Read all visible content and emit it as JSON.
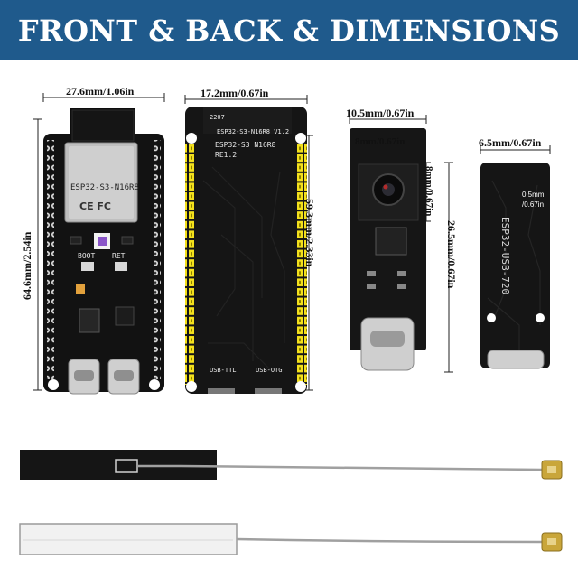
{
  "banner": {
    "title": "FRONT & BACK & DIMENSIONS",
    "bg_color": "#1f5a8c",
    "text_color": "#ffffff"
  },
  "front_board": {
    "width_label": "27.6mm/1.06in",
    "height_label": "64.6mm/2.54in",
    "module_label": "ESP32-S3-N16R8",
    "ce_fc": "CE FC",
    "boot_label": "BOOT",
    "reset_label": "RET"
  },
  "back_board": {
    "width_label": "17.2mm/0.67in",
    "height_label": "59.3mm/2.33in",
    "silk_model": "ESP32-S3-N16R8 V1.2",
    "silk_model2": "ESP32-S3 N16R8",
    "silk_rev": "RE1.2",
    "silk_date": "2207",
    "usb_ttl_label": "USB-TTL",
    "usb_otg_label": "USB-OTG"
  },
  "camera_board": {
    "width_label": "10.5mm/0.67in",
    "lens_width_label": "8mm/0.67in",
    "lens_height_label": "8mm/0.67in",
    "height_label": "26.5mm/0.67in"
  },
  "usb_board": {
    "width_label": "6.5mm/0.67in",
    "thickness_label": "0.5mm\n/0.67in",
    "thickness_line1": "0.5mm",
    "thickness_line2": "/0.67in",
    "silk_text": "ESP32-USB-720"
  },
  "colors": {
    "pcb": "#111111",
    "header_yellow": "#f4e11c",
    "dim_line": "#222222"
  }
}
